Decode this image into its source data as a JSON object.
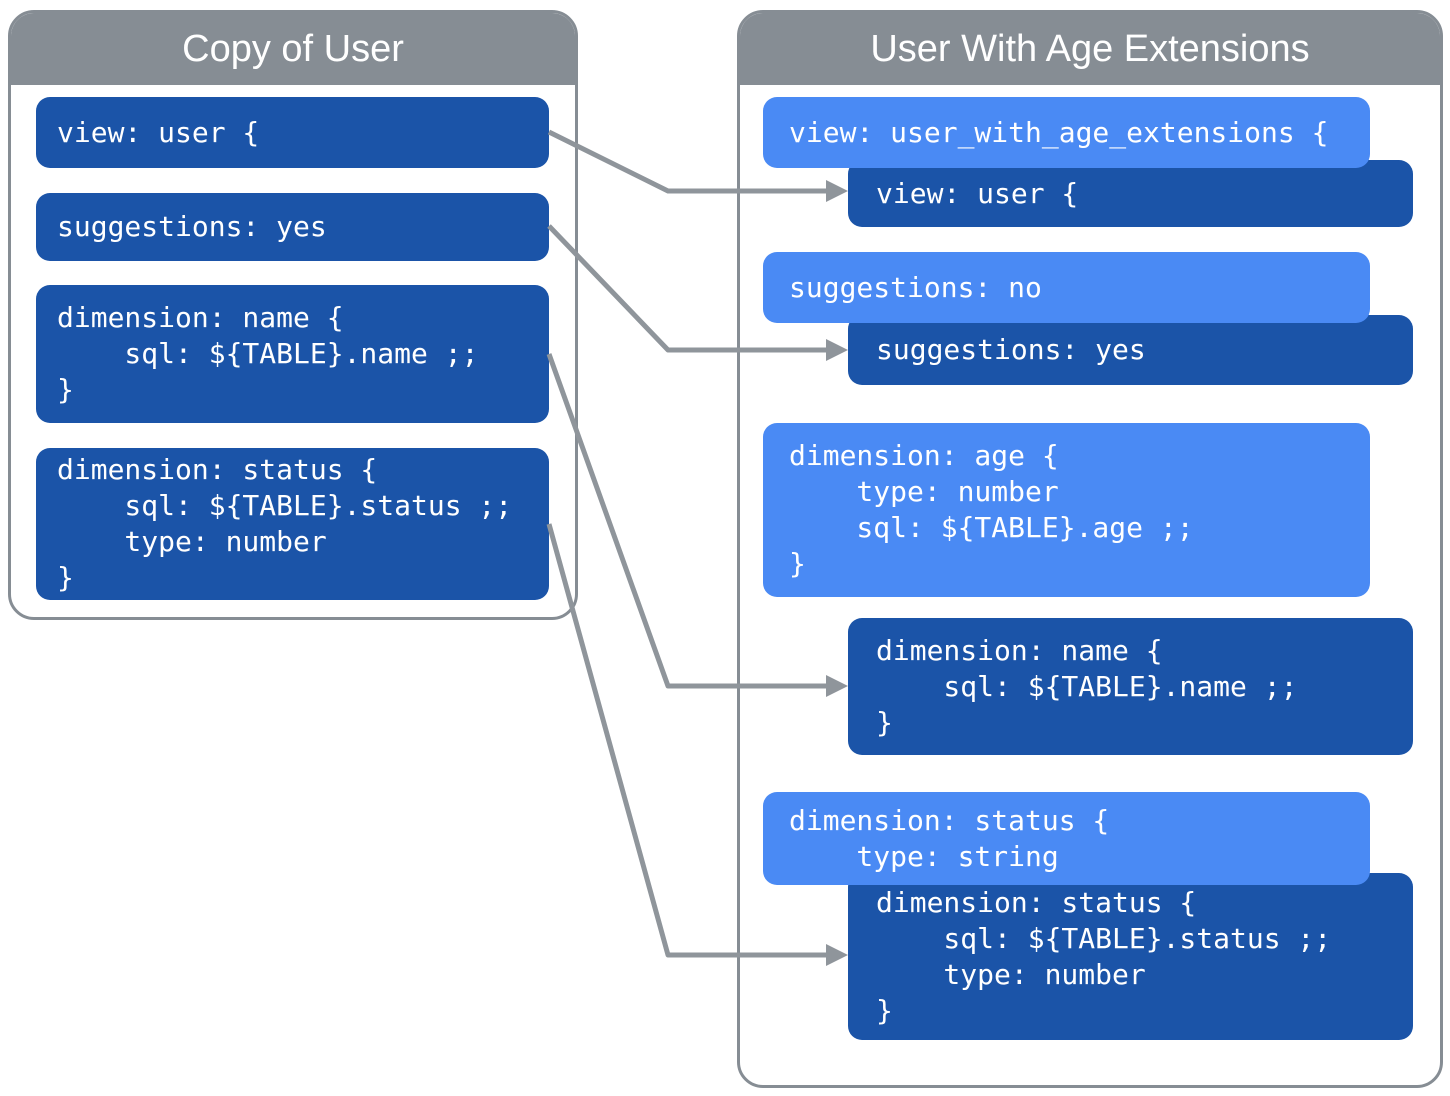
{
  "left_panel": {
    "title": "Copy of User",
    "boxes": [
      {
        "id": "view-user",
        "lines": [
          "view: user {"
        ]
      },
      {
        "id": "suggestions-yes",
        "lines": [
          "suggestions: yes"
        ]
      },
      {
        "id": "dimension-name",
        "lines": [
          "dimension: name {",
          "    sql: ${TABLE}.name ;;",
          "}"
        ]
      },
      {
        "id": "dimension-status",
        "lines": [
          "dimension: status {",
          "    sql: ${TABLE}.status ;;",
          "    type: number",
          "}"
        ]
      }
    ]
  },
  "right_panel": {
    "title": "User With Age Extensions",
    "rows": [
      {
        "front": {
          "lines": [
            "view: user_with_age_extensions {"
          ]
        },
        "back": {
          "lines": [
            "view: user {"
          ]
        }
      },
      {
        "front": {
          "lines": [
            "suggestions: no"
          ]
        },
        "back": {
          "lines": [
            "suggestions: yes"
          ]
        }
      },
      {
        "front": {
          "lines": [
            "dimension: age {",
            "    type: number",
            "    sql: ${TABLE}.age ;;",
            "}"
          ]
        }
      },
      {
        "back": {
          "lines": [
            "dimension: name {",
            "    sql: ${TABLE}.name ;;",
            "}"
          ]
        }
      },
      {
        "front": {
          "lines": [
            "dimension: status {",
            "    type: string"
          ]
        },
        "back": {
          "lines": [
            "dimension: status {",
            "    sql: ${TABLE}.status ;;",
            "    type: number",
            "}"
          ]
        }
      }
    ]
  },
  "colors": {
    "panel_gray": "#868D94",
    "arrow_gray": "#8F959B",
    "extension_blue": "#4A8AF4",
    "inherited_blue": "#1B54A8",
    "text": "#FFFFFF",
    "panel_background": "#FFFFFF"
  }
}
